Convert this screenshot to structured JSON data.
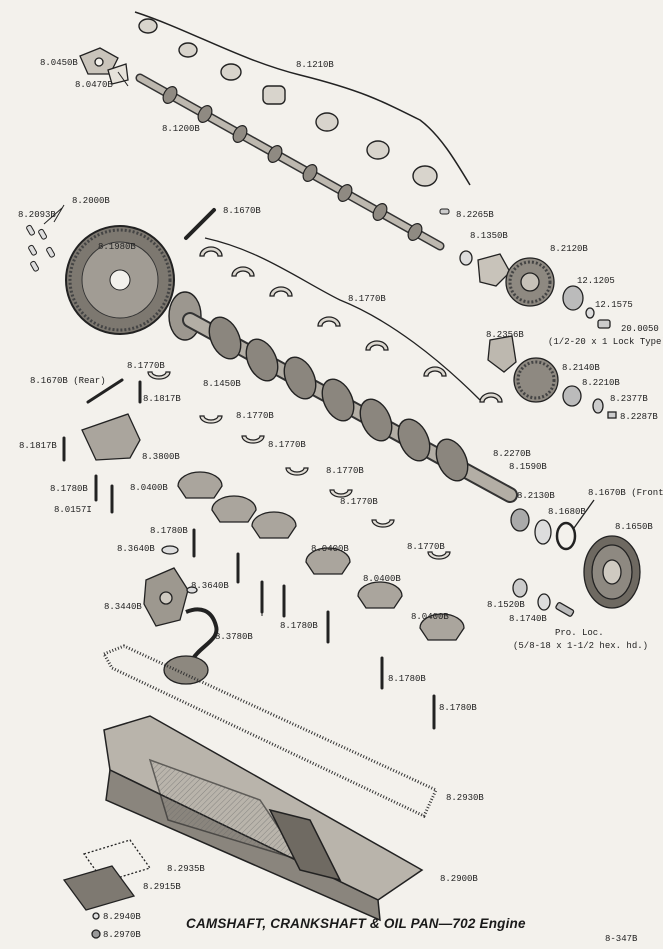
{
  "title": "CAMSHAFT, CRANKSHAFT & OIL PAN—702 Engine",
  "plate_number": "8-347B",
  "parts": [
    {
      "id": "p01",
      "text": "8.0450B"
    },
    {
      "id": "p02",
      "text": "8.0470B"
    },
    {
      "id": "p03",
      "text": "8.1210B"
    },
    {
      "id": "p04",
      "text": "8.1200B"
    },
    {
      "id": "p05",
      "text": "8.2000B"
    },
    {
      "id": "p06",
      "text": "8.2093B"
    },
    {
      "id": "p07",
      "text": "8.1670B"
    },
    {
      "id": "p08",
      "text": "8.2265B"
    },
    {
      "id": "p09",
      "text": "8.1980B"
    },
    {
      "id": "p10",
      "text": "8.1350B"
    },
    {
      "id": "p11",
      "text": "8.2120B"
    },
    {
      "id": "p12",
      "text": "12.1205"
    },
    {
      "id": "p13",
      "text": "8.1770B"
    },
    {
      "id": "p14",
      "text": "12.1575"
    },
    {
      "id": "p15",
      "text": "20.0050"
    },
    {
      "id": "p16",
      "text": "(1/2-20 x 1 Lock Type)"
    },
    {
      "id": "p17",
      "text": "8.2356B"
    },
    {
      "id": "p18",
      "text": "8.1770B"
    },
    {
      "id": "p19",
      "text": "8.1670B (Rear)"
    },
    {
      "id": "p20",
      "text": "8.1450B"
    },
    {
      "id": "p21",
      "text": "8.2140B"
    },
    {
      "id": "p22",
      "text": "8.2210B"
    },
    {
      "id": "p23",
      "text": "8.1817B"
    },
    {
      "id": "p24",
      "text": "8.2377B"
    },
    {
      "id": "p25",
      "text": "8.2287B"
    },
    {
      "id": "p26",
      "text": "8.1770B"
    },
    {
      "id": "p27",
      "text": "8.1817B"
    },
    {
      "id": "p28",
      "text": "8.1770B"
    },
    {
      "id": "p29",
      "text": "8.3800B"
    },
    {
      "id": "p30",
      "text": "8.2270B"
    },
    {
      "id": "p31",
      "text": "8.1590B"
    },
    {
      "id": "p32",
      "text": "8.1770B"
    },
    {
      "id": "p33",
      "text": "8.1780B"
    },
    {
      "id": "p34",
      "text": "8.0400B"
    },
    {
      "id": "p35",
      "text": "8.2130B"
    },
    {
      "id": "p36",
      "text": "8.1670B (Front)"
    },
    {
      "id": "p37",
      "text": "8.1770B"
    },
    {
      "id": "p38",
      "text": "8.0157I"
    },
    {
      "id": "p39",
      "text": "8.1680B"
    },
    {
      "id": "p40",
      "text": "8.1650B"
    },
    {
      "id": "p41",
      "text": "8.1780B"
    },
    {
      "id": "p42",
      "text": "8.3640B"
    },
    {
      "id": "p43",
      "text": "8.1770B"
    },
    {
      "id": "p44",
      "text": "8.0400B"
    },
    {
      "id": "p45",
      "text": "8.0400B"
    },
    {
      "id": "p46",
      "text": "8.3640B"
    },
    {
      "id": "p47",
      "text": "8.3440B"
    },
    {
      "id": "p48",
      "text": "8.1520B"
    },
    {
      "id": "p49",
      "text": "8.1740B"
    },
    {
      "id": "p50",
      "text": "8.0400B"
    },
    {
      "id": "p51",
      "text": "8.3780B"
    },
    {
      "id": "p52",
      "text": "8.1780B"
    },
    {
      "id": "p53",
      "text": "Pro. Loc."
    },
    {
      "id": "p54",
      "text": "(5/8-18 x 1-1/2 hex. hd.)"
    },
    {
      "id": "p55",
      "text": "8.1780B"
    },
    {
      "id": "p56",
      "text": "8.1780B"
    },
    {
      "id": "p57",
      "text": "8.2930B"
    },
    {
      "id": "p58",
      "text": "8.2935B"
    },
    {
      "id": "p59",
      "text": "8.2915B"
    },
    {
      "id": "p60",
      "text": "8.2900B"
    },
    {
      "id": "p61",
      "text": "8.2940B"
    },
    {
      "id": "p62",
      "text": "8.2970B"
    }
  ]
}
